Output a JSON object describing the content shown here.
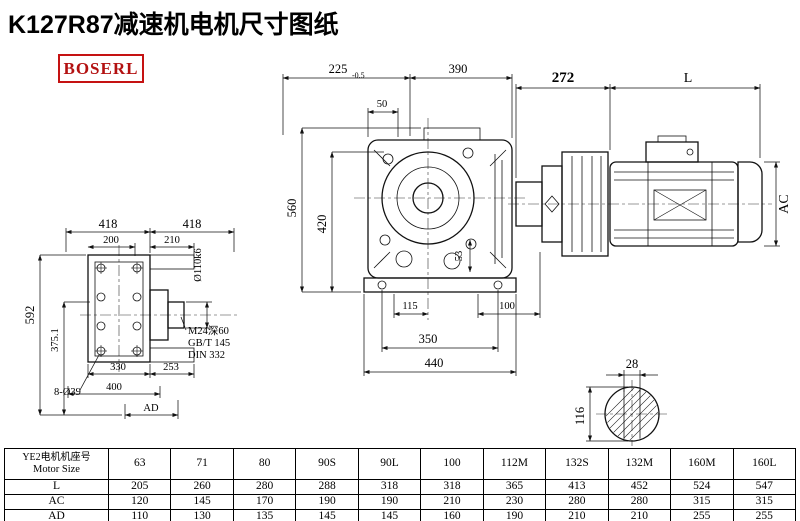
{
  "page": {
    "title": "K127R87减速机电机尺寸图纸",
    "logo": "BOSERL"
  },
  "views": {
    "side_view": {
      "dim_418_left": "418",
      "dim_418_right": "418",
      "dim_200": "200",
      "dim_210": "210",
      "dim_592": "592",
      "dim_375": "375.1",
      "dim_330": "330",
      "dim_253": "253",
      "dim_400": "400",
      "dim_AD": "AD",
      "holes_label": "8-Ø39",
      "shaft_dia": "Ø110k6",
      "thread_note_1": "M24深60",
      "thread_note_2": "GB/T 145",
      "thread_note_3": "DIN 332"
    },
    "front_view": {
      "dim_225": "225",
      "dim_225_tol": "-0.5",
      "dim_390": "390",
      "dim_50": "50",
      "dim_560": "560",
      "dim_420": "420",
      "dim_53": "53",
      "dim_115": "115",
      "dim_100": "100",
      "dim_350": "350",
      "dim_440": "440"
    },
    "motor_view": {
      "dim_272": "272",
      "dim_L": "L",
      "dim_AC": "AC"
    },
    "shaft_section": {
      "dim_28": "28",
      "dim_116": "116"
    }
  },
  "table": {
    "header_line1": "YE2电机机座号",
    "header_line2": "Motor Size",
    "sizes": [
      "63",
      "71",
      "80",
      "90S",
      "90L",
      "100",
      "112M",
      "132S",
      "132M",
      "160M",
      "160L"
    ],
    "rows": [
      {
        "label": "L",
        "values": [
          "205",
          "260",
          "280",
          "288",
          "318",
          "318",
          "365",
          "413",
          "452",
          "524",
          "547"
        ]
      },
      {
        "label": "AC",
        "values": [
          "120",
          "145",
          "170",
          "190",
          "190",
          "210",
          "230",
          "280",
          "280",
          "315",
          "315"
        ]
      },
      {
        "label": "AD",
        "values": [
          "110",
          "130",
          "135",
          "145",
          "145",
          "160",
          "190",
          "210",
          "210",
          "255",
          "255"
        ]
      }
    ]
  }
}
